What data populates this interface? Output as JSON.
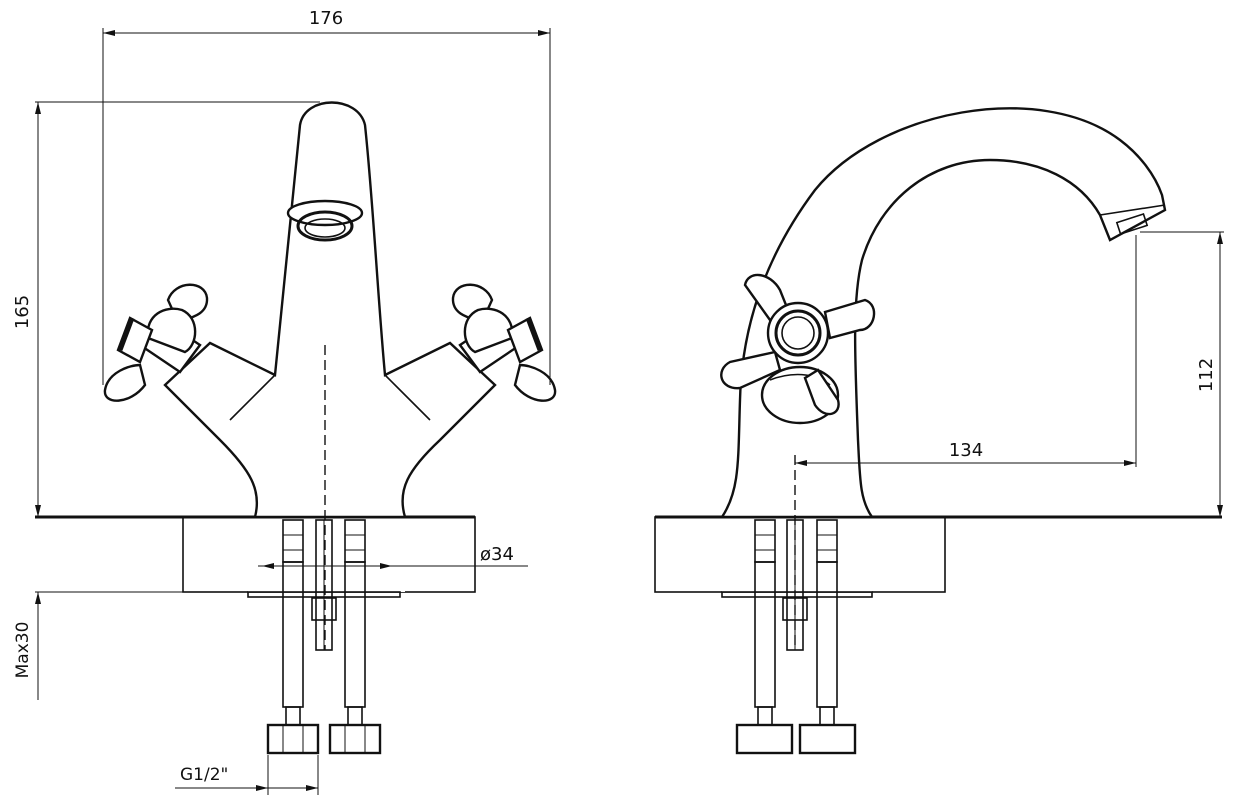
{
  "dimensions": {
    "width_top": "176",
    "height_total": "165",
    "pipe_diameter": "ø34",
    "max_mount_thickness": "Max30",
    "connection_thread": "G1/2\"",
    "spout_height": "112",
    "spout_reach": "134"
  },
  "colors": {
    "line": "#111111",
    "background": "#ffffff"
  }
}
